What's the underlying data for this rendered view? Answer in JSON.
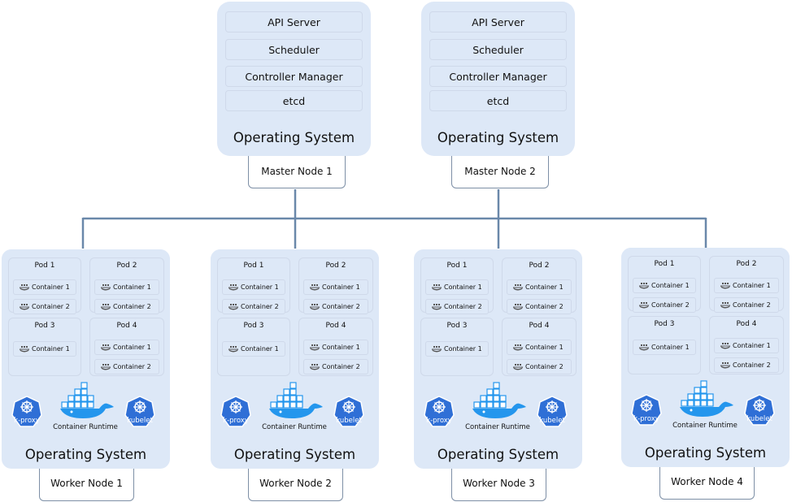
{
  "masters": [
    {
      "services": [
        "API Server",
        "Scheduler",
        "Controller Manager",
        "etcd"
      ],
      "os": "Operating System",
      "node_label": "Master Node 1"
    },
    {
      "services": [
        "API Server",
        "Scheduler",
        "Controller Manager",
        "etcd"
      ],
      "os": "Operating System",
      "node_label": "Master Node 2"
    }
  ],
  "workers": [
    {
      "pods": [
        {
          "title": "Pod 1",
          "containers": [
            "Container 1",
            "Container 2"
          ]
        },
        {
          "title": "Pod 2",
          "containers": [
            "Container 1",
            "Container 2"
          ]
        },
        {
          "title": "Pod 3",
          "containers": [
            "Container 1"
          ]
        },
        {
          "title": "Pod 4",
          "containers": [
            "Container 1",
            "Container 2"
          ]
        }
      ],
      "kproxy": "k-proxy",
      "runtime": "Container Runtime",
      "kubelet": "kubelet",
      "os": "Operating System",
      "node_label": "Worker Node 1"
    },
    {
      "pods": [
        {
          "title": "Pod 1",
          "containers": [
            "Container 1",
            "Container 2"
          ]
        },
        {
          "title": "Pod 2",
          "containers": [
            "Container 1",
            "Container 2"
          ]
        },
        {
          "title": "Pod 3",
          "containers": [
            "Container 1"
          ]
        },
        {
          "title": "Pod 4",
          "containers": [
            "Container 1",
            "Container 2"
          ]
        }
      ],
      "kproxy": "k-proxy",
      "runtime": "Container Runtime",
      "kubelet": "kubelet",
      "os": "Operating System",
      "node_label": "Worker Node 2"
    },
    {
      "pods": [
        {
          "title": "Pod 1",
          "containers": [
            "Container 1",
            "Container 2"
          ]
        },
        {
          "title": "Pod 2",
          "containers": [
            "Container 1",
            "Container 2"
          ]
        },
        {
          "title": "Pod 3",
          "containers": [
            "Container 1"
          ]
        },
        {
          "title": "Pod 4",
          "containers": [
            "Container 1",
            "Container 2"
          ]
        }
      ],
      "kproxy": "k-proxy",
      "runtime": "Container Runtime",
      "kubelet": "kubelet",
      "os": "Operating System",
      "node_label": "Worker Node 3"
    },
    {
      "pods": [
        {
          "title": "Pod 1",
          "containers": [
            "Container 1",
            "Container 2"
          ]
        },
        {
          "title": "Pod 2",
          "containers": [
            "Container 1",
            "Container 2"
          ]
        },
        {
          "title": "Pod 3",
          "containers": [
            "Container 1"
          ]
        },
        {
          "title": "Pod 4",
          "containers": [
            "Container 1",
            "Container 2"
          ]
        }
      ],
      "kproxy": "k-proxy",
      "runtime": "Container Runtime",
      "kubelet": "kubelet",
      "os": "Operating System",
      "node_label": "Worker Node 4"
    }
  ],
  "colors": {
    "panel": "#dde8f7",
    "connector": "#6a88aa",
    "k8s_badge": "#2f6fd6",
    "docker_whale": "#2496ed"
  }
}
